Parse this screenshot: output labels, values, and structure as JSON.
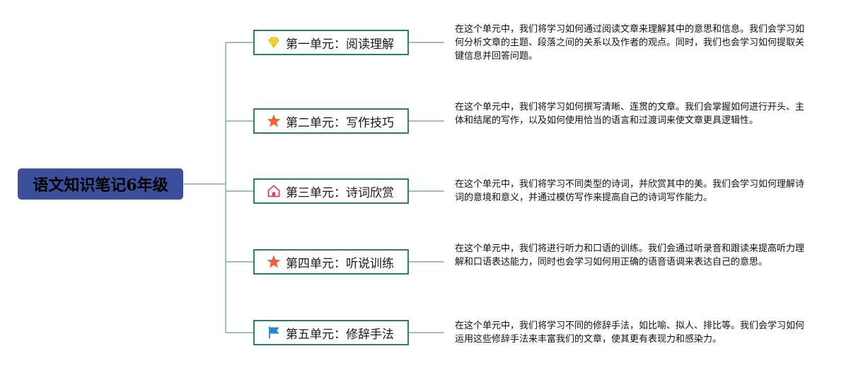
{
  "root": {
    "title": "语文知识笔记6年级"
  },
  "colors": {
    "root_bg": "#3b4f9a",
    "topic_border": "#2e7d69",
    "line": "#8aa8a0"
  },
  "topics": [
    {
      "label": "第一单元：阅读理解",
      "icon": "diamond-icon",
      "description": "在这个单元中，我们将学习如何通过阅读文章来理解其中的意思和信息。我们会学习如何分析文章的主题、段落之间的关系以及作者的观点。同时，我们也会学习如何提取关键信息并回答问题。"
    },
    {
      "label": "第二单元：写作技巧",
      "icon": "star-icon",
      "description": "在这个单元中，我们将学习如何撰写清晰、连贯的文章。我们会掌握如何进行开头、主体和结尾的写作，以及如何使用恰当的语言和过渡词来使文章更具逻辑性。"
    },
    {
      "label": "第三单元：诗词欣赏",
      "icon": "home-icon",
      "description": "在这个单元中，我们将学习不同类型的诗词，并欣赏其中的美。我们会学习如何理解诗词的意境和意义，并通过模仿写作来提高自己的诗词写作能力。"
    },
    {
      "label": "第四单元：听说训练",
      "icon": "star-icon",
      "description": "在这个单元中，我们将进行听力和口语的训练。我们会通过听录音和跟读来提高听力理解和口语表达能力，同时也会学习如何用正确的语音语调来表达自己的意思。"
    },
    {
      "label": "第五单元：修辞手法",
      "icon": "flag-icon",
      "description": "在这个单元中，我们将学习不同的修辞手法，如比喻、拟人、排比等。我们会学习如何运用这些修辞手法来丰富我们的文章，使其更有表现力和感染力。"
    }
  ]
}
